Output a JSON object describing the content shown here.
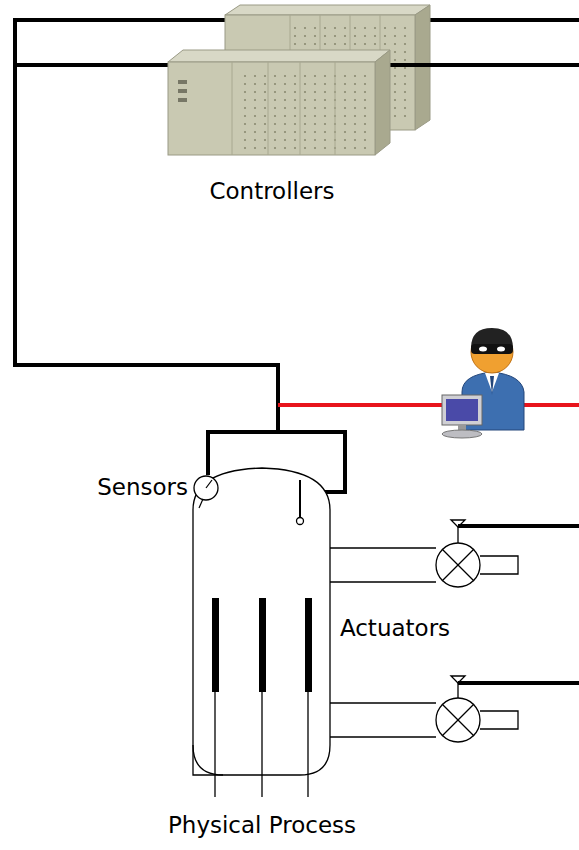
{
  "diagram": {
    "labels": [
      "Controllers",
      "Sensors",
      "Actuators",
      "Physical Process"
    ]
  }
}
